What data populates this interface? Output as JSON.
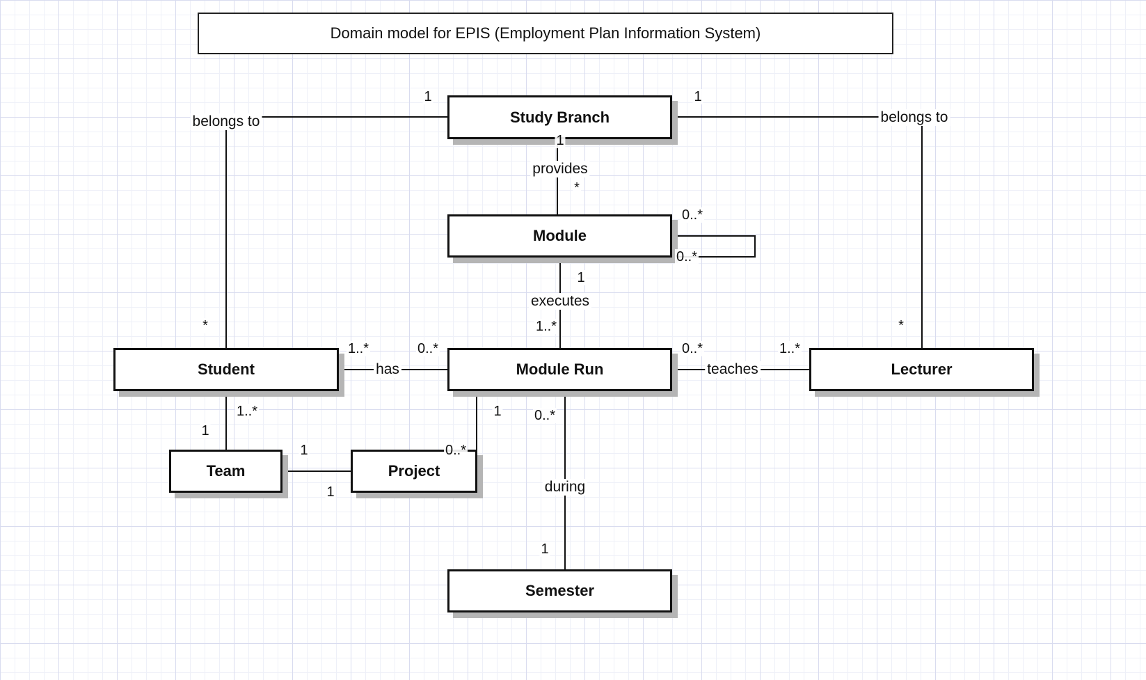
{
  "title": "Domain model for EPIS (Employment Plan Information System)",
  "classes": {
    "study_branch": "Study Branch",
    "module": "Module",
    "module_run": "Module Run",
    "student": "Student",
    "lecturer": "Lecturer",
    "team": "Team",
    "project": "Project",
    "semester": "Semester"
  },
  "associations": {
    "student_study_branch": {
      "label": "belongs to",
      "mult_student": "*",
      "mult_branch": "1"
    },
    "lecturer_study_branch": {
      "label": "belongs to",
      "mult_lecturer": "*",
      "mult_branch": "1"
    },
    "branch_module": {
      "label": "provides",
      "mult_branch": "1",
      "mult_module": "*"
    },
    "module_self": {
      "mult_top": "0..*",
      "mult_bottom": "0..*"
    },
    "module_run": {
      "label": "executes",
      "mult_module": "1",
      "mult_run": "1..*"
    },
    "student_run": {
      "label": "has",
      "mult_student": "1..*",
      "mult_run": "0..*"
    },
    "run_lecturer": {
      "label": "teaches",
      "mult_run": "0..*",
      "mult_lecturer": "1..*"
    },
    "student_team": {
      "mult_student": "1..*",
      "mult_team": "1"
    },
    "team_project": {
      "mult_team": "1",
      "mult_project": "1"
    },
    "run_project": {
      "mult_run": "1",
      "mult_project": "0..*"
    },
    "run_semester": {
      "label": "during",
      "mult_run": "0..*",
      "mult_semester": "1"
    }
  }
}
